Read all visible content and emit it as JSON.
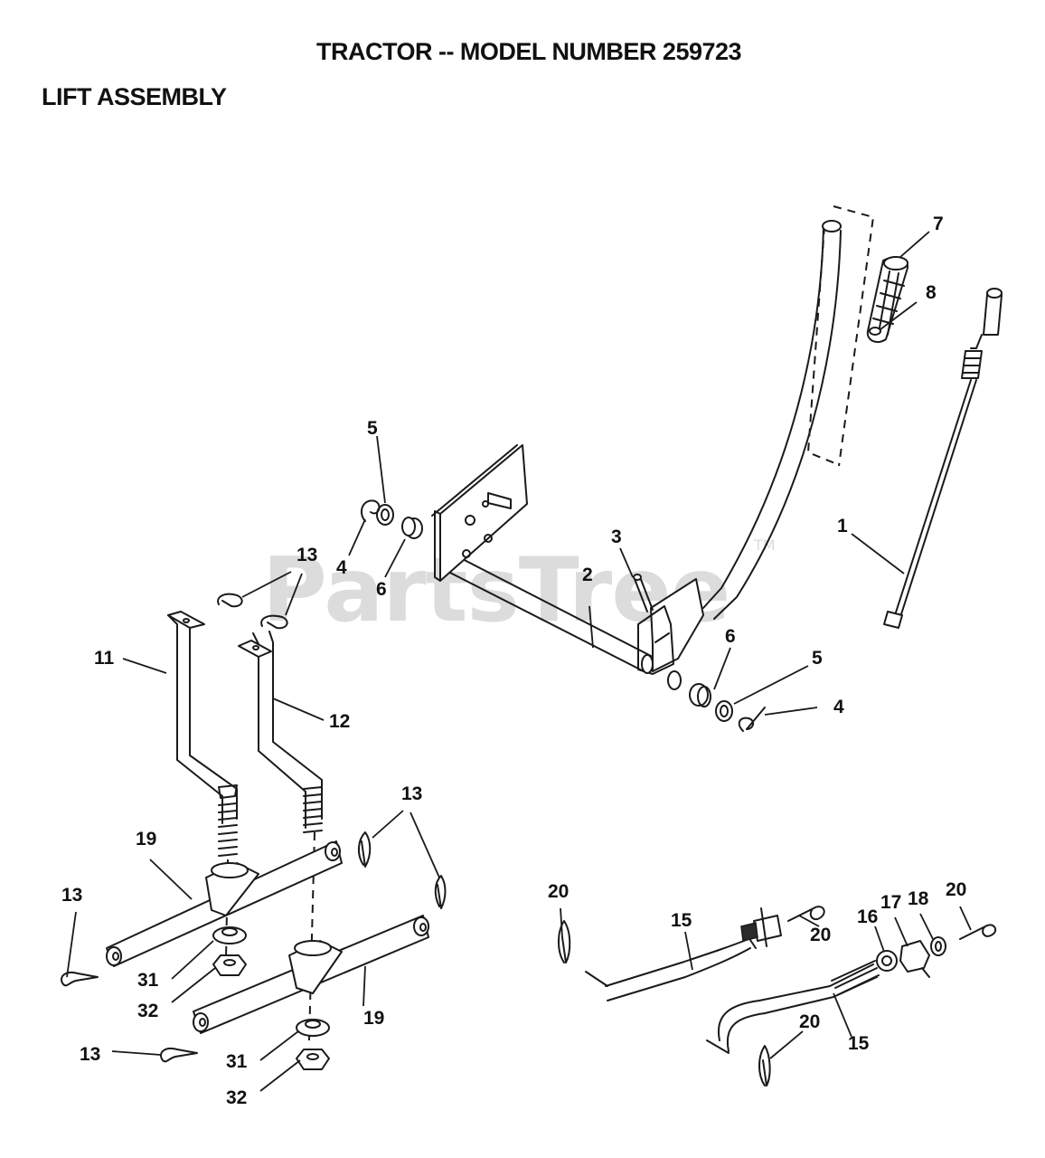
{
  "header": {
    "title": "TRACTOR -- MODEL NUMBER 259723",
    "section": "LIFT ASSEMBLY"
  },
  "watermark": {
    "text": "PartsTree",
    "tm": "TM"
  },
  "callouts": {
    "c1": "1",
    "c2": "2",
    "c3": "3",
    "c4a": "4",
    "c4b": "4",
    "c5a": "5",
    "c5b": "5",
    "c6a": "6",
    "c6b": "6",
    "c7": "7",
    "c8": "8",
    "c11": "11",
    "c12": "12",
    "c13a": "13",
    "c13b": "13",
    "c13c": "13",
    "c13d": "13",
    "c15a": "15",
    "c15b": "15",
    "c16": "16",
    "c17": "17",
    "c18": "18",
    "c19a": "19",
    "c19b": "19",
    "c20a": "20",
    "c20b": "20",
    "c20c": "20",
    "c20d": "20",
    "c31a": "31",
    "c31b": "31",
    "c32a": "32",
    "c32b": "32"
  }
}
